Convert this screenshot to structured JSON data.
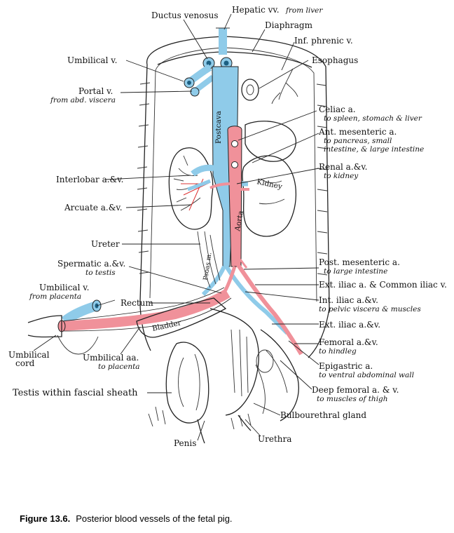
{
  "figure": {
    "caption_label": "Figure 13.6.",
    "caption_text": "Posterior blood vessels of the fetal pig.",
    "colors": {
      "vein": "#8fcbe9",
      "artery": "#f0919a",
      "ink": "#222222",
      "background": "#ffffff"
    }
  },
  "labels": {
    "ductus_venosus": "Ductus venosus",
    "hepatic_vv": "Hepatic vv.",
    "hepatic_vv_sub": "from liver",
    "diaphragm": "Diaphragm",
    "inf_phrenic_v": "Inf. phrenic v.",
    "esophagus": "Esophagus",
    "umbilical_v_top": "Umbilical v.",
    "portal_v": "Portal v.",
    "portal_v_sub": "from abd. viscera",
    "celiac_a": "Celiac a.",
    "celiac_a_sub": "to spleen, stomach & liver",
    "ant_mesenteric_a": "Ant. mesenteric a.",
    "ant_mesenteric_sub1": "to pancreas, small",
    "ant_mesenteric_sub2": "intestine, & large intestine",
    "renal_av": "Renal a.&v.",
    "renal_av_sub": "to kidney",
    "interlobar_av": "Interlobar a.&v.",
    "arcuate_av": "Arcuate a.&v.",
    "ureter": "Ureter",
    "spermatic_av": "Spermatic a.&v.",
    "spermatic_av_sub": "to testis",
    "post_mesenteric_a": "Post. mesenteric a.",
    "post_mesenteric_sub": "to large intestine",
    "ext_common_iliac": "Ext. iliac a. & Common iliac v.",
    "umbilical_v_placenta": "Umbilical v.",
    "umbilical_v_placenta_sub": "from placenta",
    "rectum": "Rectum",
    "int_iliac_av": "Int. iliac a.&v.",
    "int_iliac_av_sub": "to pelvic viscera & muscles",
    "ext_iliac_av": "Ext. iliac a.&v.",
    "femoral_av": "Femoral a.&v.",
    "femoral_av_sub": "to hindleg",
    "umbilical_cord_1": "Umbilical",
    "umbilical_cord_2": "cord",
    "umbilical_aa": "Umbilical aa.",
    "umbilical_aa_sub": "to placenta",
    "epigastric_a": "Epigastric a.",
    "epigastric_a_sub": "to ventral abdominal wall",
    "testis_sheath": "Testis within fascial sheath",
    "deep_femoral_av": "Deep femoral a. & v.",
    "deep_femoral_av_sub": "to muscles of thigh",
    "bulbourethral_gland": "Bulbourethral gland",
    "penis": "Penis",
    "urethra": "Urethra"
  },
  "in_figure_text": {
    "postcava": "Postcava",
    "aorta": "Aorta",
    "kidney": "Kidney",
    "bladder": "Bladder",
    "psoas_m": "Psoas m."
  }
}
